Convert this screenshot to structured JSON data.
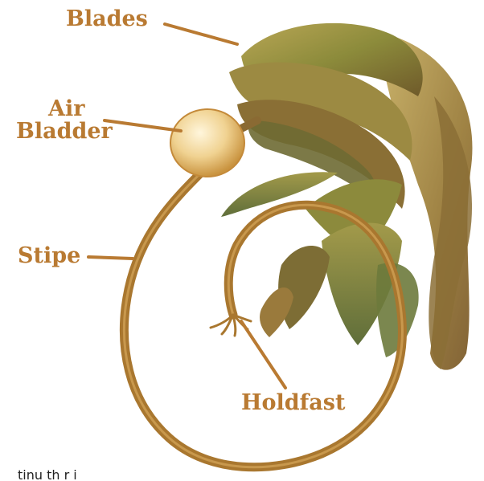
{
  "labels": {
    "blades": "Blades",
    "air_bladder_line1": "Air",
    "air_bladder_line2": "Bladder",
    "stipe": "Stipe",
    "holdfast": "Holdfast"
  },
  "caption_fragment": "tinu th          r         i",
  "colors": {
    "label_text": "#b97a32",
    "leader_line": "#b97a32",
    "stipe": "#a9772f",
    "blade_green": "#8d8a3a",
    "blade_brown": "#8a6a33",
    "bladder": "#f1d79a"
  }
}
